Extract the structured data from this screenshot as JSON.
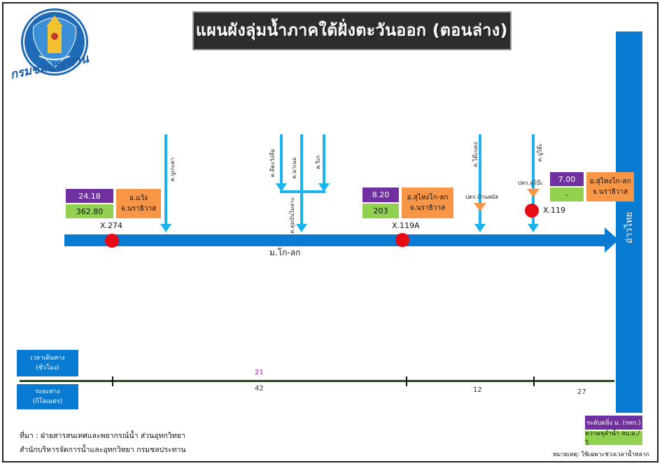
{
  "header": {
    "title": "แผนผังลุ่มน้ำภาคใต้ฝั่งตะวันออก (ตอนล่าง)",
    "logo_text": "กรมชลประทาน"
  },
  "gulf": {
    "label": "อ่าวไทย"
  },
  "river": {
    "name": "ม.โก-ลก"
  },
  "tributaries": [
    {
      "name": "ค.บูเกะตา"
    },
    {
      "name": "ค.ลีตะวังลือ"
    },
    {
      "name": "ค.มาเนอ"
    },
    {
      "name": "ค.ริเก"
    },
    {
      "name": "ค.ตุมบันไมลาะ"
    },
    {
      "name": "ค.โต๊ะแดง"
    },
    {
      "name": "ค.ปูโย๊ะ"
    }
  ],
  "gates": [
    {
      "name": "ปตร.บ้านสมัส"
    },
    {
      "name": "ปตร.ลูโบ๊ะ"
    }
  ],
  "stations": [
    {
      "code": "X.274",
      "level": "24.18",
      "capacity": "362.80",
      "district": "อ.แว้ง",
      "province": "จ.นราธิวาส"
    },
    {
      "code": "X.119A",
      "level": "8.20",
      "capacity": "203",
      "district": "อ.สุไหงโก-ลก",
      "province": "จ.นราธิวาส"
    },
    {
      "code": "X.119",
      "level": "7.00",
      "capacity": "-",
      "district": "อ.สุไหงโก-ลก",
      "province": "จ.นราธิวาส"
    }
  ],
  "legend": {
    "travel_time": [
      "เวลาเดินทาง",
      "(ชั่วโมง)"
    ],
    "distance": [
      "ระยะทาง",
      "(กิโลเมตร)"
    ],
    "level_label": "ระดับตลิ่ง ม. (รทก.)",
    "capacity_label": "ความจุลำน้ำ ลบ.ม./วิ"
  },
  "timeline": {
    "travel_times": [
      "21"
    ],
    "distances": [
      "42",
      "12",
      "27"
    ]
  },
  "source": {
    "line1": "ที่มา : ฝ่ายสารสนเทศและพยากรณ์น้ำ ส่วนอุทกวิทยา",
    "line2": "สำนักบริหารจัดการน้ำและอุทกวิทยา กรมชลประทาน"
  },
  "note": "หมายเหตุ: ใช้เฉพาะช่วงเวลาน้ำหลาก",
  "colors": {
    "river": "#0a7bd2",
    "tributary": "#1cb4ef",
    "station": "#e60b14",
    "level_box": "#7030a0",
    "capacity_box": "#92d050",
    "location_box": "#f79646"
  }
}
